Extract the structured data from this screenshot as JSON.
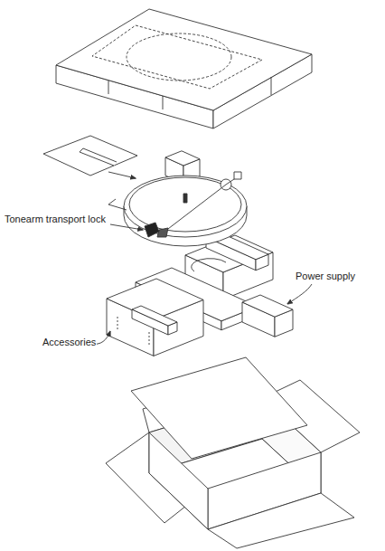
{
  "diagram": {
    "labels": [
      "Tonearm transport lock",
      "Power supply",
      "Accessories"
    ]
  }
}
